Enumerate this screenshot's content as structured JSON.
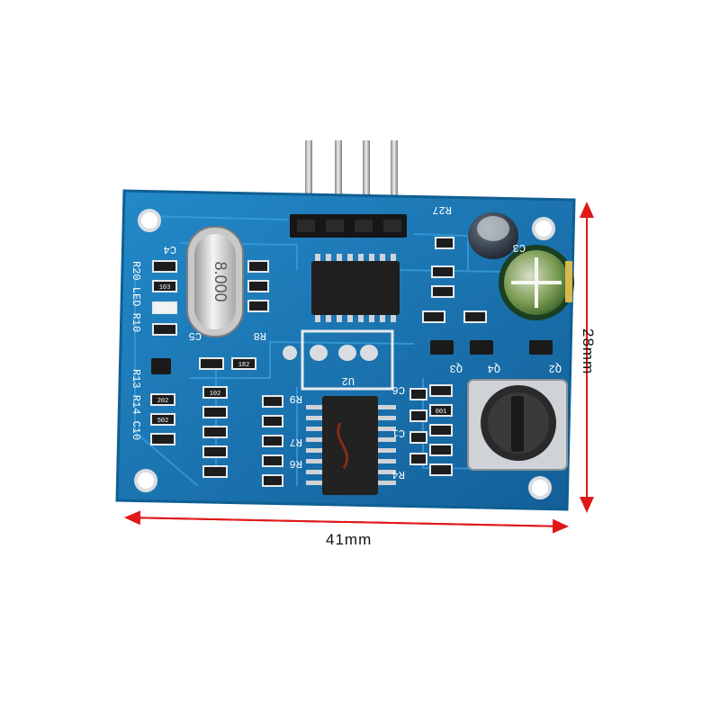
{
  "product": {
    "crystal_marking": "8.000",
    "silkscreen": {
      "c4": "C4",
      "c5": "C5",
      "r8": "R8",
      "r9": "R9",
      "r7": "R7",
      "r6": "R6",
      "c6": "C6",
      "c1": "C1",
      "r4": "R4",
      "u2": "U2",
      "q2": "Q2",
      "q3": "Q3",
      "q4": "Q4",
      "r27": "R27",
      "c3": "C3",
      "left_top": "R20 LED R10",
      "left_bottom": "R13 R14 C10"
    },
    "smd_codes": {
      "a": "103",
      "b": "182",
      "c": "102",
      "d": "202",
      "e": "001",
      "f": "502"
    }
  },
  "dimensions": {
    "width": "41mm",
    "height": "28mm"
  },
  "colors": {
    "pcb": "#1a7fbf",
    "pcb_edge": "#0f5f93",
    "trace": "#3aa3e0",
    "pad": "#d9dde2",
    "arrow": "#e01818"
  }
}
